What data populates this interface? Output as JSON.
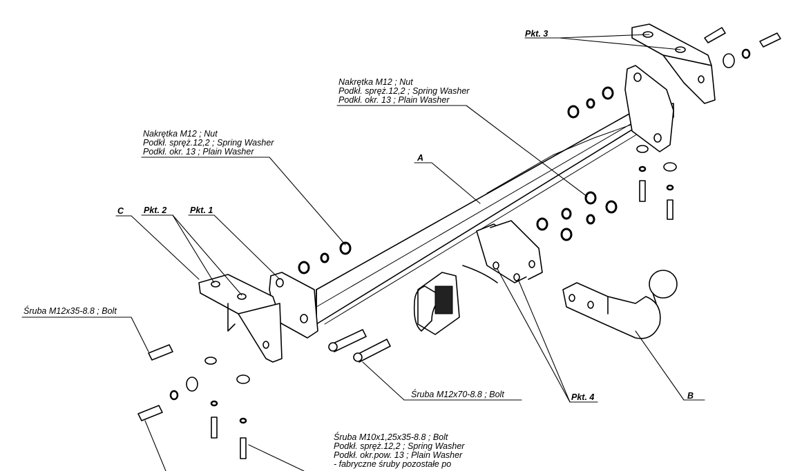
{
  "labels": {
    "pkt3": "Pkt. 3",
    "pkt2": "Pkt. 2",
    "pkt1": "Pkt. 1",
    "pkt4": "Pkt. 4",
    "part_a": "A",
    "part_b": "B",
    "part_c": "C",
    "nut_upper": {
      "line1": "Nakrętka  M12 ; Nut",
      "line2": "Podkł. spręż.12,2 ; Spring Washer",
      "line3": "Podkł. okr. 13 ; Plain Washer"
    },
    "nut_left": {
      "line1": "Nakrętka  M12 ; Nut",
      "line2": "Podkł. spręż.12,2 ; Spring Washer",
      "line3": "Podkł. okr. 13 ; Plain Washer"
    },
    "bolt_m12x35": "Śruba M12x35-8.8 ;  Bolt",
    "bolt_m12x70": "Śruba M12x70-8.8 ;  Bolt",
    "bolt_m10": {
      "line1": "Śruba M10x1,25x35-8.8 ;  Bolt",
      "line2": "Podkł. spręż.12,2 ; Spring Washer",
      "line3": "Podkł. okr.pow. 13 ; Plain Washer",
      "line4": "- fabryczne śruby pozostałe po"
    }
  },
  "colors": {
    "line": "#000000",
    "background": "#ffffff"
  }
}
